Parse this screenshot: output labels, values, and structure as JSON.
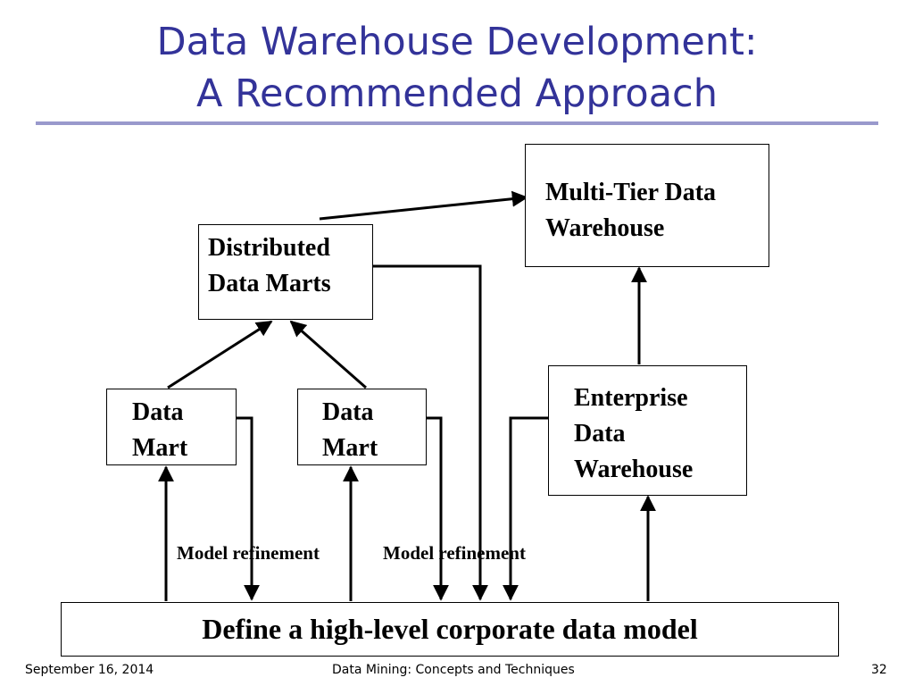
{
  "slide": {
    "title_line1": "Data Warehouse Development:",
    "title_line2": "A Recommended Approach"
  },
  "diagram": {
    "multi_tier_line1": "Multi-Tier Data",
    "multi_tier_line2": "Warehouse",
    "distributed_line1": "Distributed",
    "distributed_line2": "Data Marts",
    "data_mart_1_line1": "Data",
    "data_mart_1_line2": "Mart",
    "data_mart_2_line1": "Data",
    "data_mart_2_line2": "Mart",
    "enterprise_line1": "Enterprise",
    "enterprise_line2": "Data",
    "enterprise_line3": "Warehouse",
    "corporate_model": "Define a high-level corporate data model",
    "refinement_label_1": "Model refinement",
    "refinement_label_2": "Model refinement"
  },
  "footer": {
    "date": "September 16, 2014",
    "source": "Data Mining: Concepts and Techniques",
    "page": "32"
  }
}
